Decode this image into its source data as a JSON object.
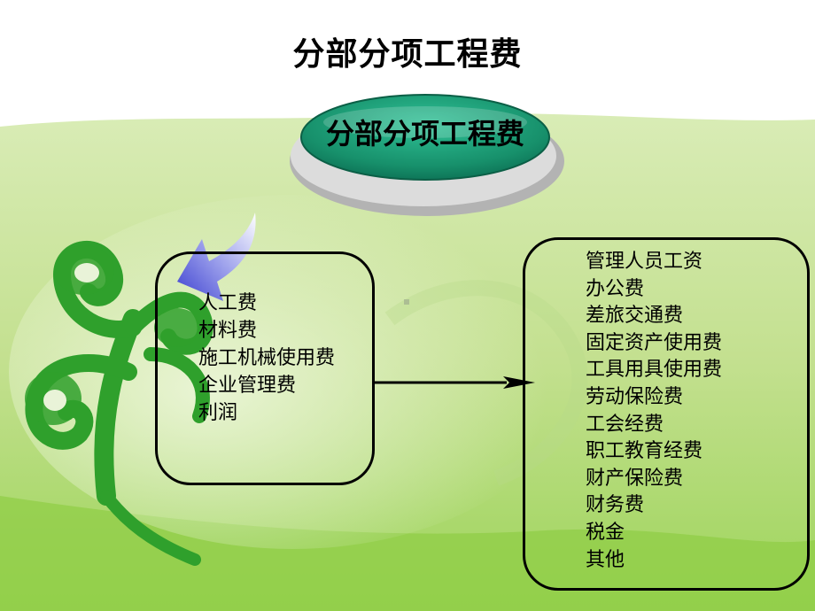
{
  "title": "分部分项工程费",
  "badge": {
    "label": "分部分项工程费"
  },
  "left_box": {
    "items": [
      "人工费",
      "材料费",
      "施工机械使用费",
      "企业管理费",
      "利润"
    ]
  },
  "right_box": {
    "items": [
      "管理人员工资",
      "办公费",
      "差旅交通费",
      "固定资产使用费",
      "工具用具使用费",
      "劳动保险费",
      "工会经费",
      "职工教育经费",
      "财产保险费",
      "财务费",
      "税金",
      "其他"
    ]
  },
  "colors": {
    "background_green": "#a3d25f",
    "badge_teal": "#1d9f78",
    "arrow_blue": "#4a4fd8",
    "clover_green": "#2fa02c"
  }
}
